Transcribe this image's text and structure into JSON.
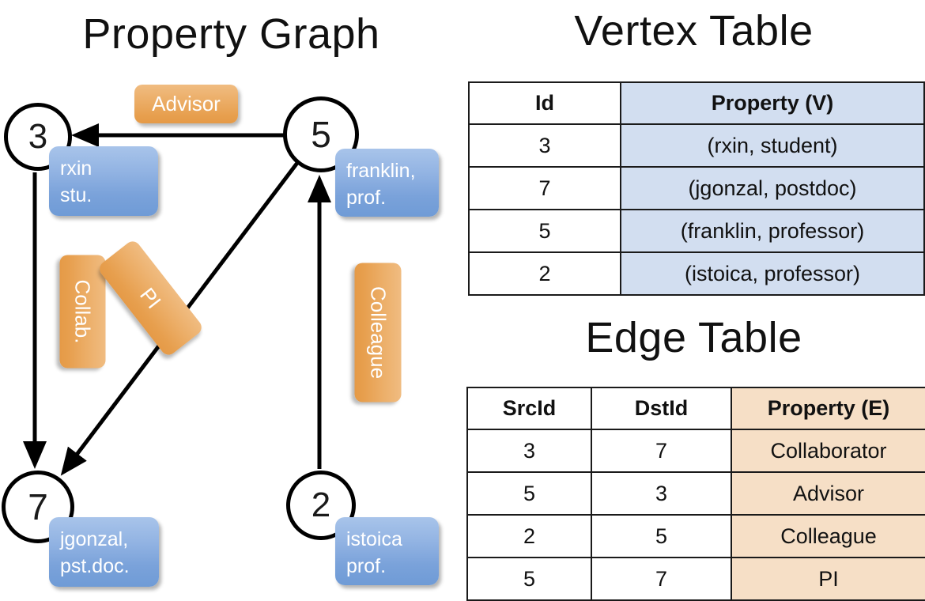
{
  "panels": {
    "graph_title": "Property Graph",
    "vertex_title": "Vertex Table",
    "edge_title": "Edge Table"
  },
  "graph": {
    "nodes": [
      {
        "id": "3",
        "property_line1": "rxin",
        "property_line2": "stu."
      },
      {
        "id": "5",
        "property_line1": "franklin,",
        "property_line2": "prof."
      },
      {
        "id": "7",
        "property_line1": "jgonzal,",
        "property_line2": "pst.doc."
      },
      {
        "id": "2",
        "property_line1": "istoica",
        "property_line2": "prof."
      }
    ],
    "edge_labels": {
      "advisor": "Advisor",
      "collab": "Collab.",
      "pi": "PI",
      "colleague": "Colleague"
    },
    "edges": [
      {
        "from": "5",
        "to": "3",
        "label": "Advisor"
      },
      {
        "from": "3",
        "to": "7",
        "label": "Collab."
      },
      {
        "from": "5",
        "to": "7",
        "label": "PI"
      },
      {
        "from": "2",
        "to": "5",
        "label": "Colleague"
      }
    ]
  },
  "vertex_table": {
    "headers": [
      "Id",
      "Property (V)"
    ],
    "rows": [
      {
        "id": "3",
        "property": "(rxin, student)"
      },
      {
        "id": "7",
        "property": "(jgonzal, postdoc)"
      },
      {
        "id": "5",
        "property": "(franklin, professor)"
      },
      {
        "id": "2",
        "property": "(istoica, professor)"
      }
    ]
  },
  "edge_table": {
    "headers": [
      "SrcId",
      "DstId",
      "Property (E)"
    ],
    "rows": [
      {
        "src": "3",
        "dst": "7",
        "property": "Collaborator"
      },
      {
        "src": "5",
        "dst": "3",
        "property": "Advisor"
      },
      {
        "src": "2",
        "dst": "5",
        "property": "Colleague"
      },
      {
        "src": "5",
        "dst": "7",
        "property": "PI"
      }
    ]
  },
  "colors": {
    "vertex_bubble": "#7aa2da",
    "edge_bubble": "#eaa55b",
    "vertex_table_highlight": "#d2def0",
    "edge_table_highlight": "#f6dfc6",
    "stroke": "#000000"
  }
}
